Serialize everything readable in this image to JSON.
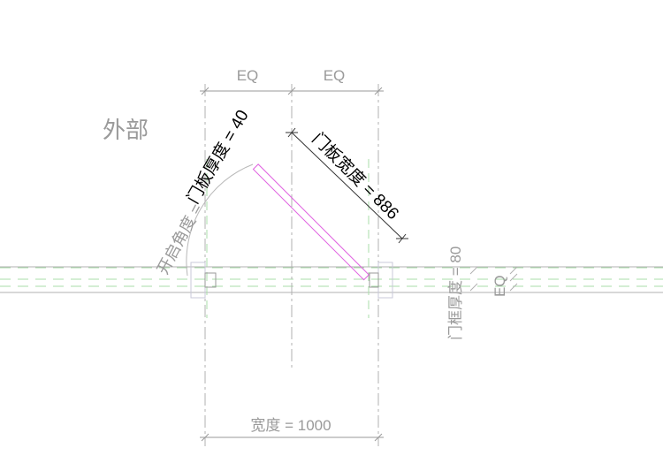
{
  "labels": {
    "exterior": "外部",
    "eq_left": "EQ",
    "eq_right": "EQ",
    "eq_vertical": "EQ",
    "panel_thickness": "门板厚度 = 40",
    "panel_width": "门板宽度 = 886",
    "opening_angle": "开启角度 =",
    "frame_thickness": "门框厚度 = 80",
    "width": "宽度 = 1000"
  },
  "colors": {
    "panel": "#e060e0",
    "reference_plane": "#a8dca8",
    "dimension": "#9a9a9a",
    "active_dimension": "#000000"
  }
}
